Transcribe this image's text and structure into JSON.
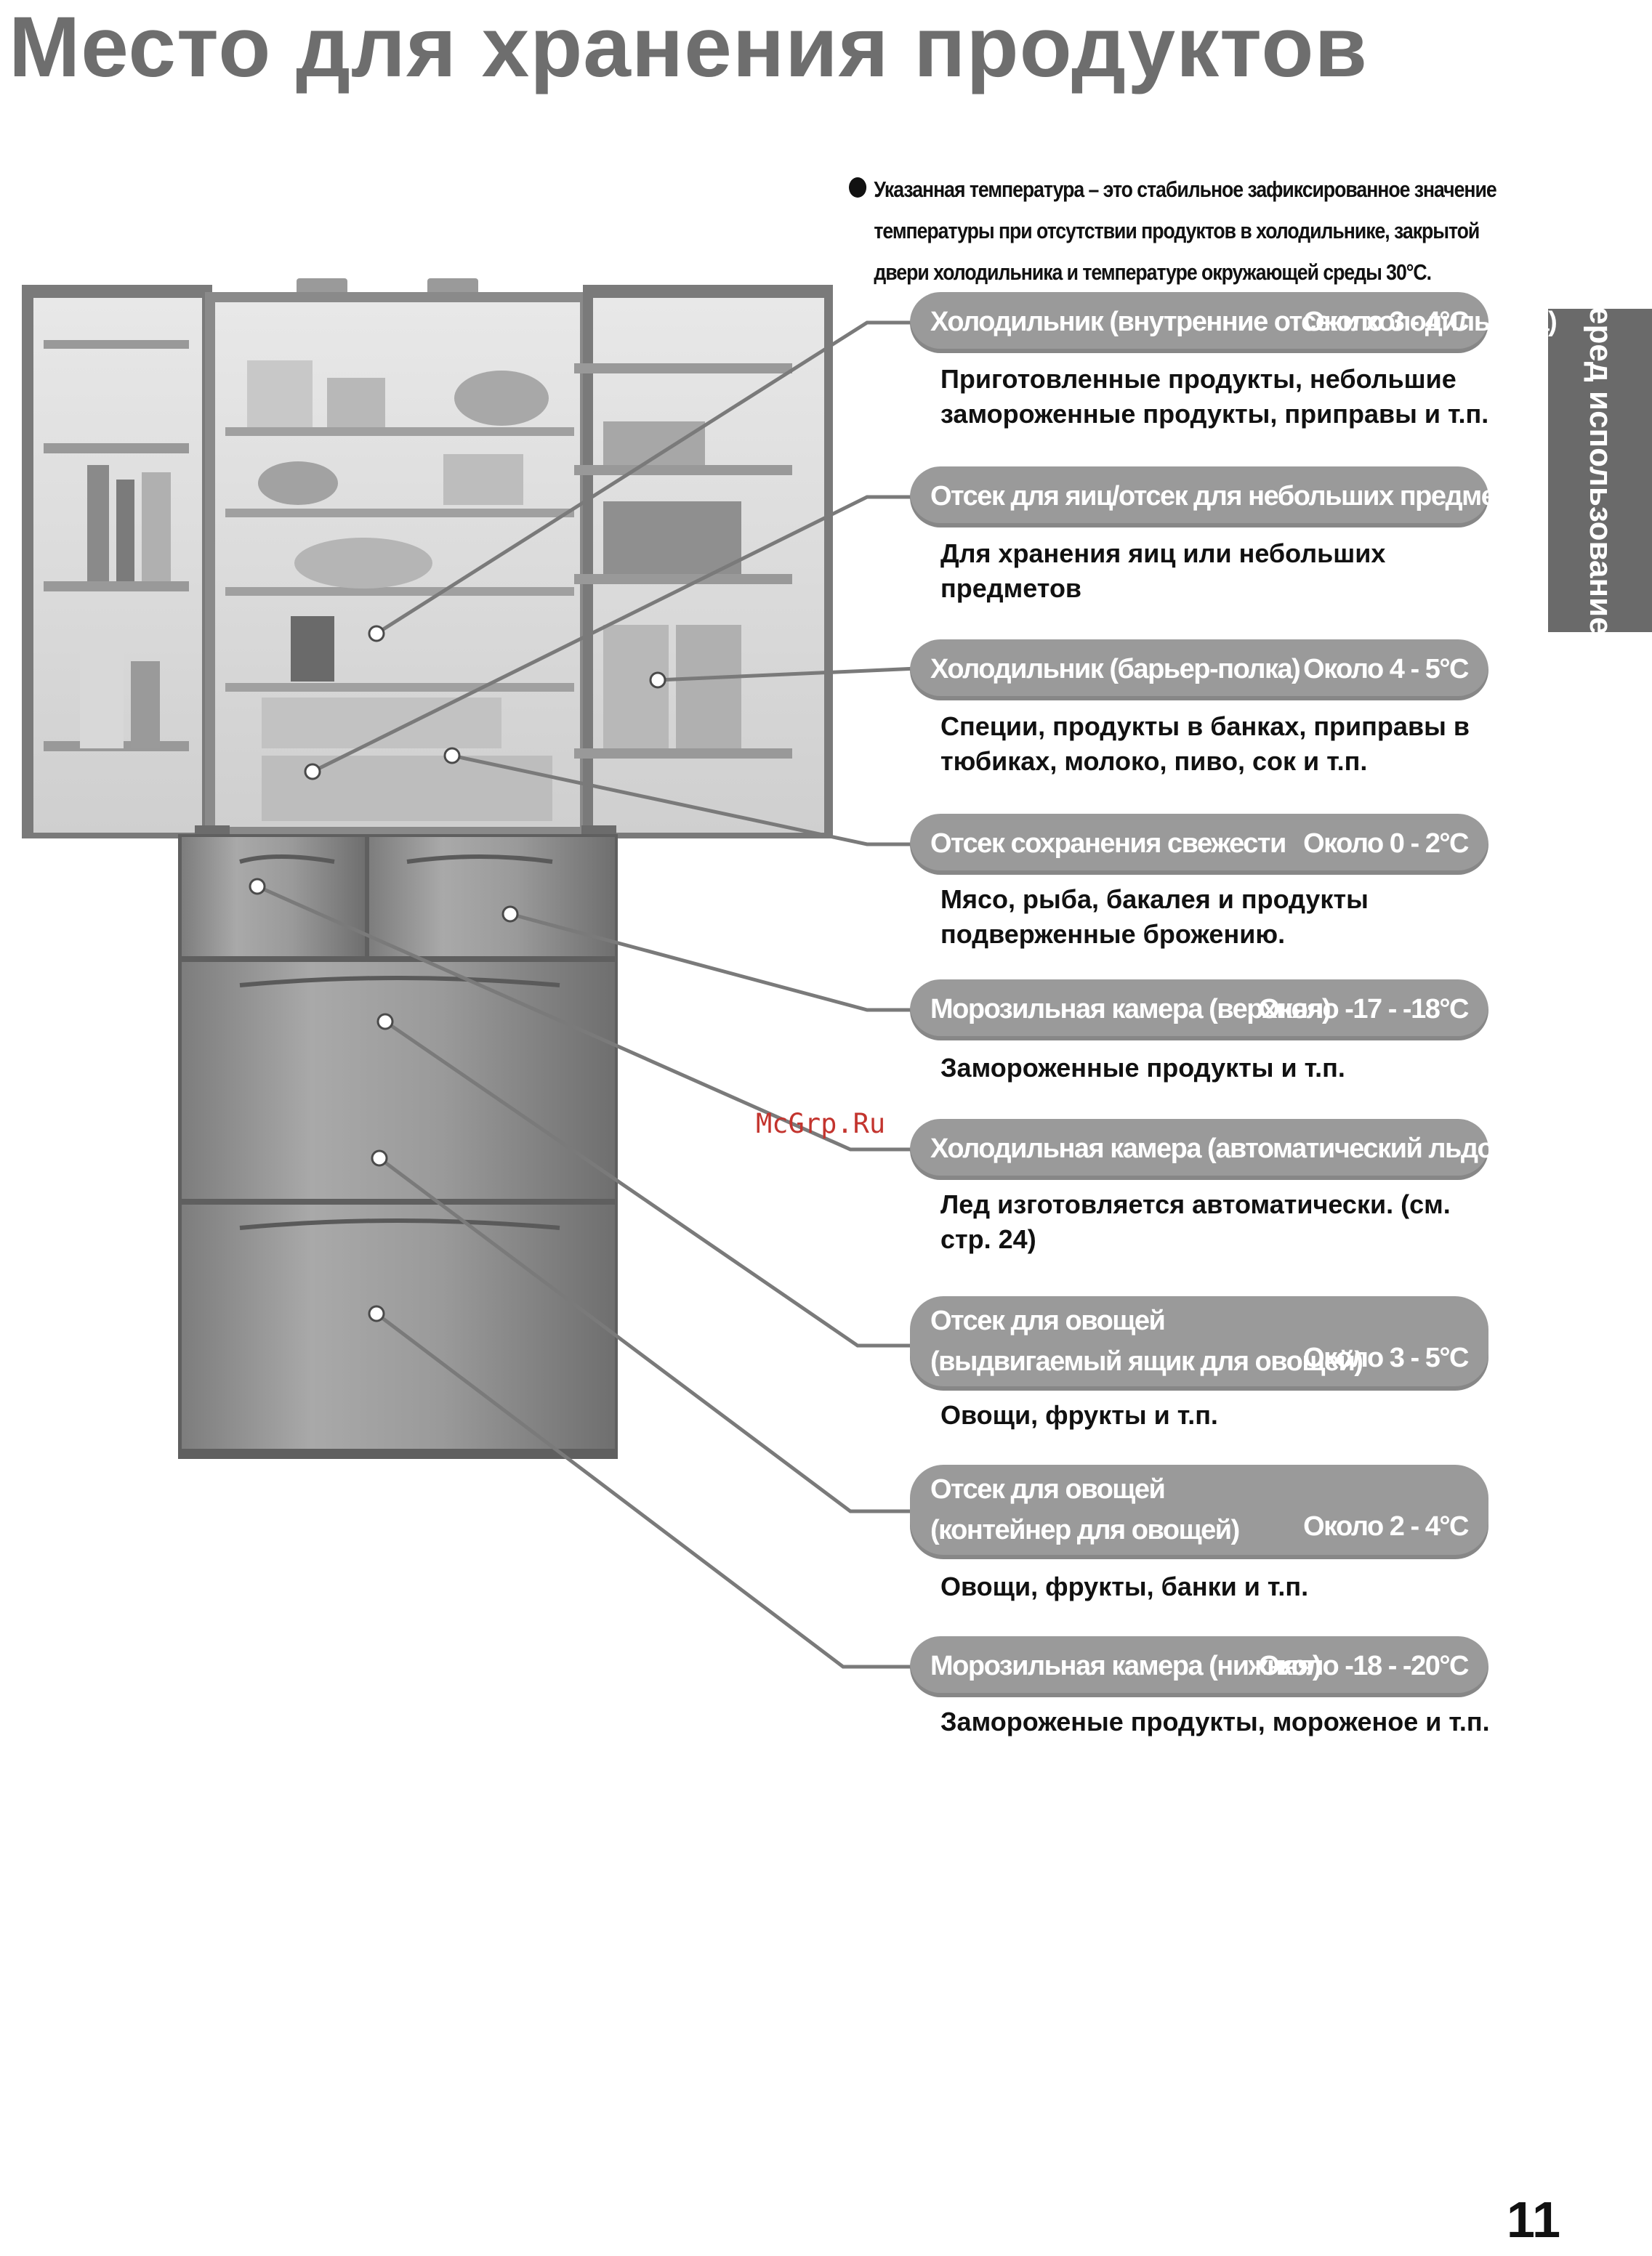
{
  "page": {
    "title": "Место для хранения продуктов",
    "side_tab": "Перед использованием",
    "page_number": "11",
    "watermark": "McGrp.Ru"
  },
  "note": "Указанная температура – это стабильное зафиксированное значение температуры при отсутствии продуктов в холодильнике, закрытой двери холодильника и температуре окружающей среды 30°C.",
  "colors": {
    "title": "#6e6e6e",
    "pill": "#9a9a9a",
    "side_tab": "#6a6a6a",
    "watermark": "#c3342e",
    "leader_line": "#7a7a7a"
  },
  "compartments": [
    {
      "name": "Холодильник (внутренние отсеки холодильника)",
      "temp": "Около 3 - 4°C",
      "desc": "Приготовленные продукты, небольшие замороженные продукты, приправы и т.п."
    },
    {
      "name": "Отсек для яиц/отсек для небольших предметов",
      "temp": "",
      "desc": "Для хранения яиц или небольших предметов"
    },
    {
      "name": "Холодильник (барьер-полка)",
      "temp": "Около 4 - 5°C",
      "desc": "Специи, продукты в банках, приправы в тюбиках, молоко, пиво, сок и т.п."
    },
    {
      "name": "Отсек сохранения свежести",
      "temp": "Около 0 - 2°C",
      "desc": "Мясо, рыба, бакалея и продукты подверженные брожению."
    },
    {
      "name": "Морозильная камера (верхняя)",
      "temp": "Около -17 - -18°C",
      "desc": "Замороженные продукты и т.п."
    },
    {
      "name": "Холодильная камера (автоматический льдогенератор)",
      "temp": "",
      "desc": "Лед изготовляется автоматически. (см. стр. 24)"
    },
    {
      "name": "Отсек для овощей\n(выдвигаемый ящик для овощей)",
      "temp": "Около 3 - 5°C",
      "desc": "Овощи, фрукты и т.п."
    },
    {
      "name": "Отсек для овощей\n(контейнер для овощей)",
      "temp": "Около 2 - 4°C",
      "desc": "Овощи, фрукты, банки и т.п."
    },
    {
      "name": "Морозильная камера (нижняя)",
      "temp": "Около -18 - -20°C",
      "desc": "Замороженые продукты, мороженое и т.п."
    }
  ]
}
